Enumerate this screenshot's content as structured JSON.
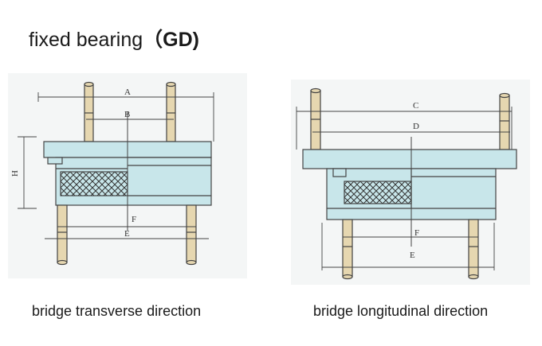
{
  "title": {
    "main": "fixed bearing",
    "code": "（GD)"
  },
  "captions": {
    "left": "bridge transverse direction",
    "right": "bridge longitudinal direction"
  },
  "dimensions": {
    "left": {
      "a": "A",
      "b": "B",
      "h": "H",
      "e": "E",
      "f": "F"
    },
    "right": {
      "c": "C",
      "d": "D",
      "e": "E",
      "f": "F"
    }
  },
  "colors": {
    "plate": "#c8e6ea",
    "outline": "#444444",
    "anchor": "#e6d7b0",
    "background_panel": "#f3f6f6"
  }
}
